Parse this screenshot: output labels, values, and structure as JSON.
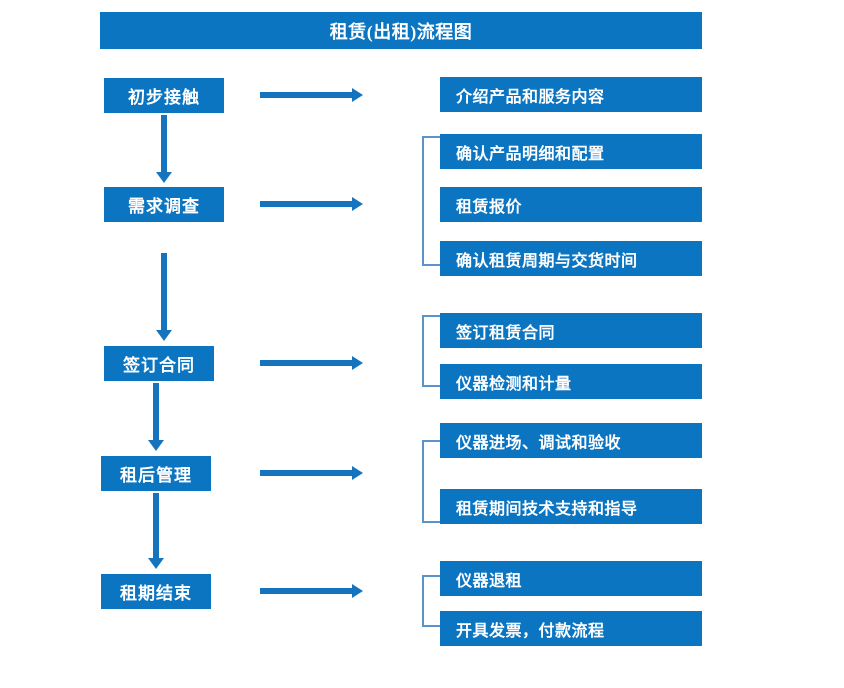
{
  "diagram": {
    "title": "租赁(出租)流程图",
    "accent_color": "#0b75c2",
    "arrow_color": "#1574bd",
    "bracket_color": "#5b94c8",
    "background_color": "#ffffff"
  },
  "stages": [
    {
      "id": "stage-1",
      "label": "初步接触"
    },
    {
      "id": "stage-2",
      "label": "需求调查"
    },
    {
      "id": "stage-3",
      "label": "签订合同"
    },
    {
      "id": "stage-4",
      "label": "租后管理"
    },
    {
      "id": "stage-5",
      "label": "租期结束"
    }
  ],
  "details": [
    {
      "id": "detail-1-1",
      "label": "介绍产品和服务内容"
    },
    {
      "id": "detail-2-1",
      "label": "确认产品明细和配置"
    },
    {
      "id": "detail-2-2",
      "label": "租赁报价"
    },
    {
      "id": "detail-2-3",
      "label": "确认租赁周期与交货时间"
    },
    {
      "id": "detail-3-1",
      "label": "签订租赁合同"
    },
    {
      "id": "detail-3-2",
      "label": "仪器检测和计量"
    },
    {
      "id": "detail-4-1",
      "label": "仪器进场、调试和验收"
    },
    {
      "id": "detail-4-2",
      "label": "租赁期间技术支持和指导"
    },
    {
      "id": "detail-5-1",
      "label": "仪器退租"
    },
    {
      "id": "detail-5-2",
      "label": "开具发票，付款流程"
    }
  ],
  "connectors": {
    "horizontal_arrows": 5,
    "vertical_arrows": 4,
    "group_brackets": 4
  }
}
